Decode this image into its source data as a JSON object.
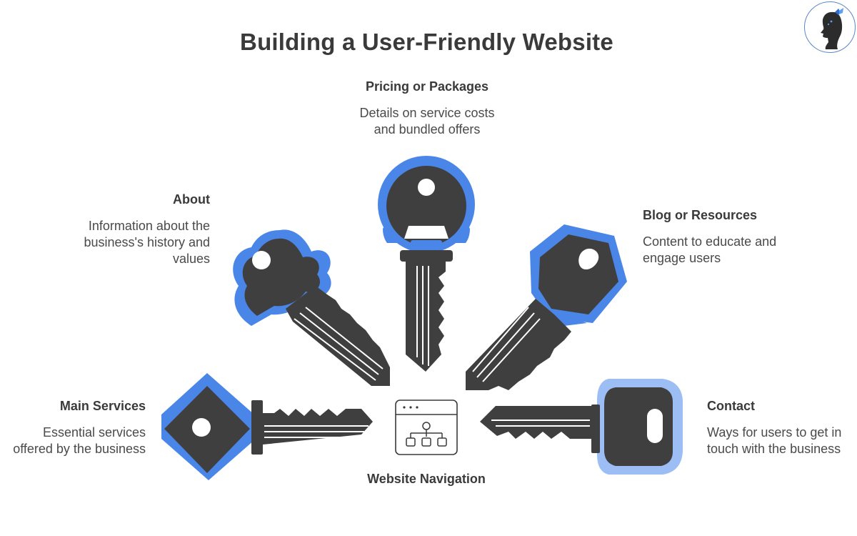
{
  "title": "Building a User-Friendly Website",
  "center_label": "Website Navigation",
  "items": [
    {
      "key": "pricing",
      "label": "Pricing or Packages",
      "desc": [
        "Details on service costs",
        "and bundled offers"
      ]
    },
    {
      "key": "about",
      "label": "About",
      "desc": [
        "Information about the",
        "business's history and",
        "values"
      ]
    },
    {
      "key": "blog",
      "label": "Blog or Resources",
      "desc": [
        "Content to educate and",
        "engage users"
      ]
    },
    {
      "key": "main",
      "label": "Main Services",
      "desc": [
        "Essential services",
        "offered by the business"
      ]
    },
    {
      "key": "contact",
      "label": "Contact",
      "desc": [
        "Ways for users to get in",
        "touch with the business"
      ]
    }
  ],
  "colors": {
    "key_dark": "#3f3f3f",
    "blue_outer": "#4a86e8",
    "blue_light": "#9dbef5",
    "blue_main": "#4f7fd0"
  },
  "icons": {
    "center": "sitemap-window-icon",
    "logo": "woman-silhouette-butterfly-icon"
  }
}
